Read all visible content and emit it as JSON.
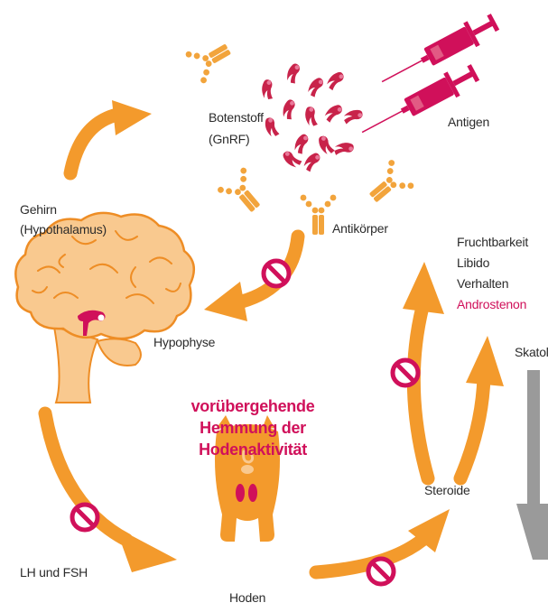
{
  "labels": {
    "botenstoff": "Botenstoff",
    "gnrf": "(GnRF)",
    "antigen": "Antigen",
    "gehirn": "Gehirn",
    "hypothalamus": "(Hypothalamus)",
    "antikoerper": "Antikörper",
    "hypophyse": "Hypophyse",
    "lh_fsh": "LH und FSH",
    "hoden": "Hoden",
    "steroide": "Steroide",
    "skatol": "Skatol",
    "effects": [
      "Fruchtbarkeit",
      "Libido",
      "Verhalten",
      "Androstenon"
    ]
  },
  "headline": [
    "vorübergehende",
    "Hemmung der",
    "Hodenaktivität"
  ],
  "colors": {
    "arrow_orange": "#f39a2c",
    "brain_fill": "#f9c98f",
    "brain_stroke": "#ee8d25",
    "accent_red": "#d0105a",
    "gnrf_crimson": "#c8234a",
    "arrow_gray": "#9a9a9a",
    "antibody_orange": "#f2a43c"
  },
  "icons": [
    "syringe-icon",
    "antibody-icon",
    "gnrf-molecule-icon",
    "brain-icon",
    "pig-icon",
    "prohibition-icon"
  ]
}
